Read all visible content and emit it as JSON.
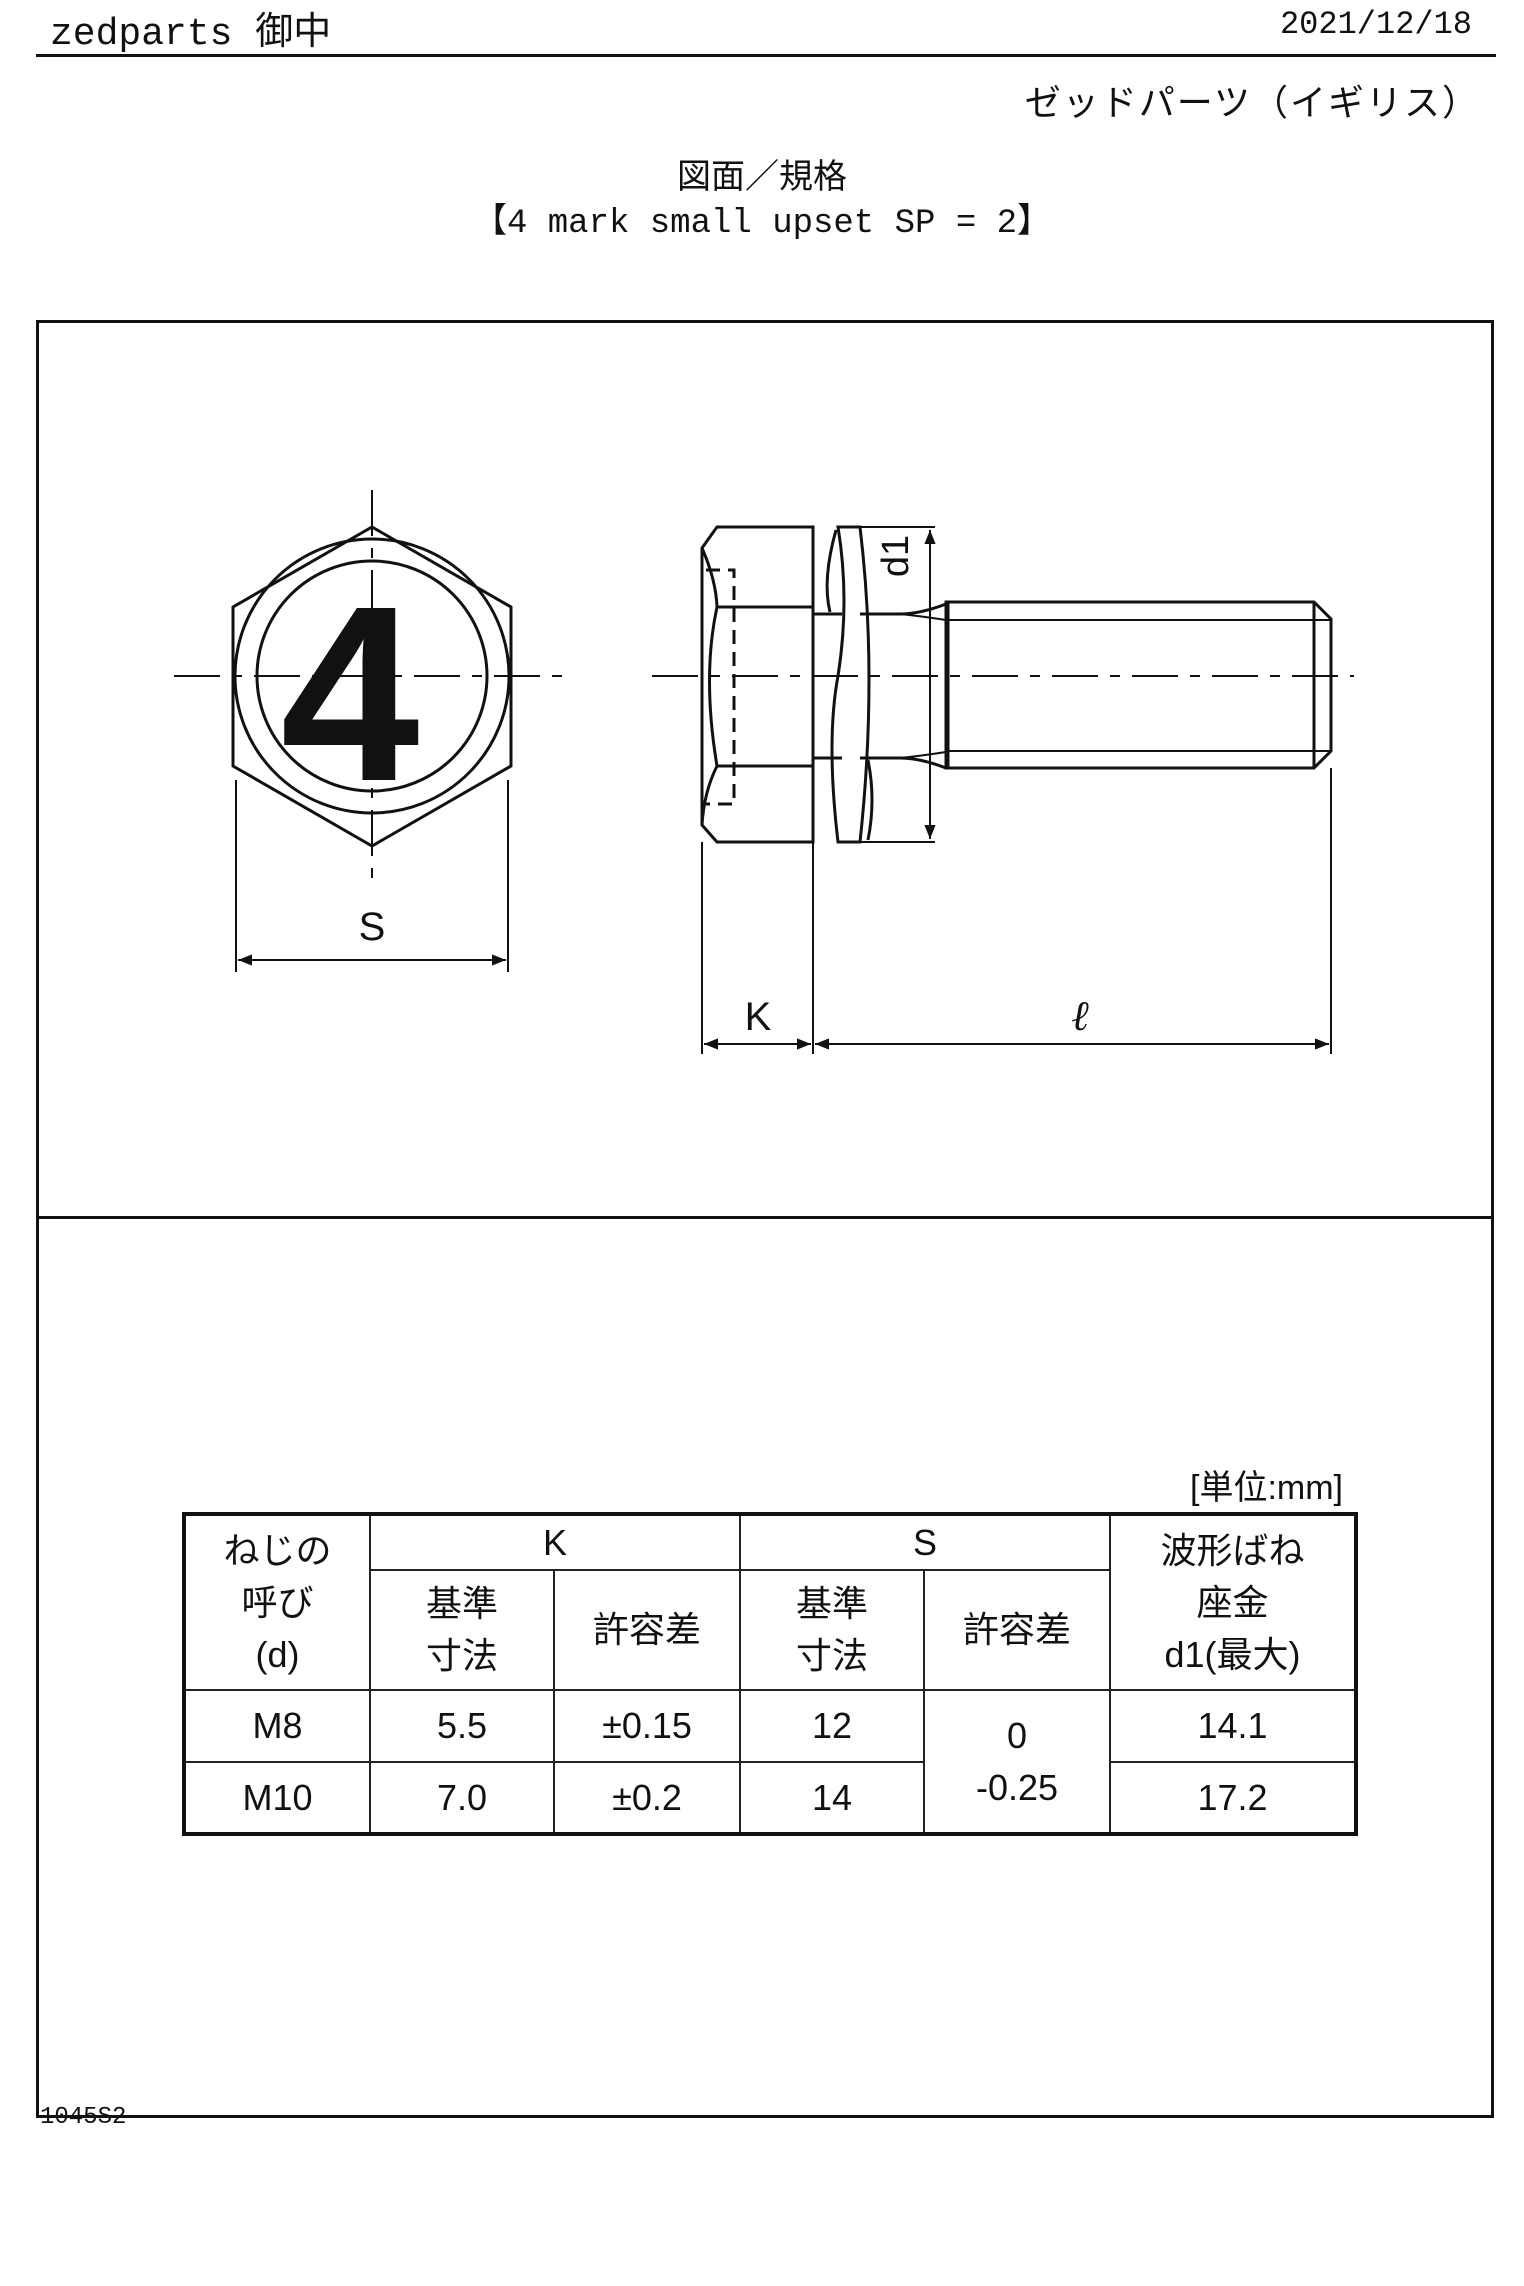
{
  "header": {
    "recipient": "zedparts 御中",
    "date": "2021/12/18",
    "vendor": "ゼッドパーツ（イギリス）"
  },
  "title": {
    "line1": "図面／規格",
    "line2": "【4 mark small upset SP = 2】"
  },
  "drawing": {
    "head_mark": "4",
    "dim_labels": {
      "across_flats": "S",
      "head_height": "K",
      "length": "ℓ",
      "washer_diameter": "d1"
    }
  },
  "unit_label": "[単位:mm]",
  "table": {
    "headers": {
      "nominal": [
        "ねじの",
        "呼び",
        "(d)"
      ],
      "k_group": "K",
      "s_group": "S",
      "washer": [
        "波形ばね",
        "座金",
        "d1(最大)"
      ],
      "basic_size": [
        "基準",
        "寸法"
      ],
      "tolerance": "許容差"
    },
    "rows": [
      {
        "nominal": "M8",
        "k_basic": "5.5",
        "k_tol": "±0.15",
        "s_basic": "12",
        "d1_max": "14.1"
      },
      {
        "nominal": "M10",
        "k_basic": "7.0",
        "k_tol": "±0.2",
        "s_basic": "14",
        "d1_max": "17.2"
      }
    ],
    "s_tolerance_shared": {
      "upper": "0",
      "lower": "-0.25"
    }
  },
  "footer": {
    "code": "1045S2"
  }
}
